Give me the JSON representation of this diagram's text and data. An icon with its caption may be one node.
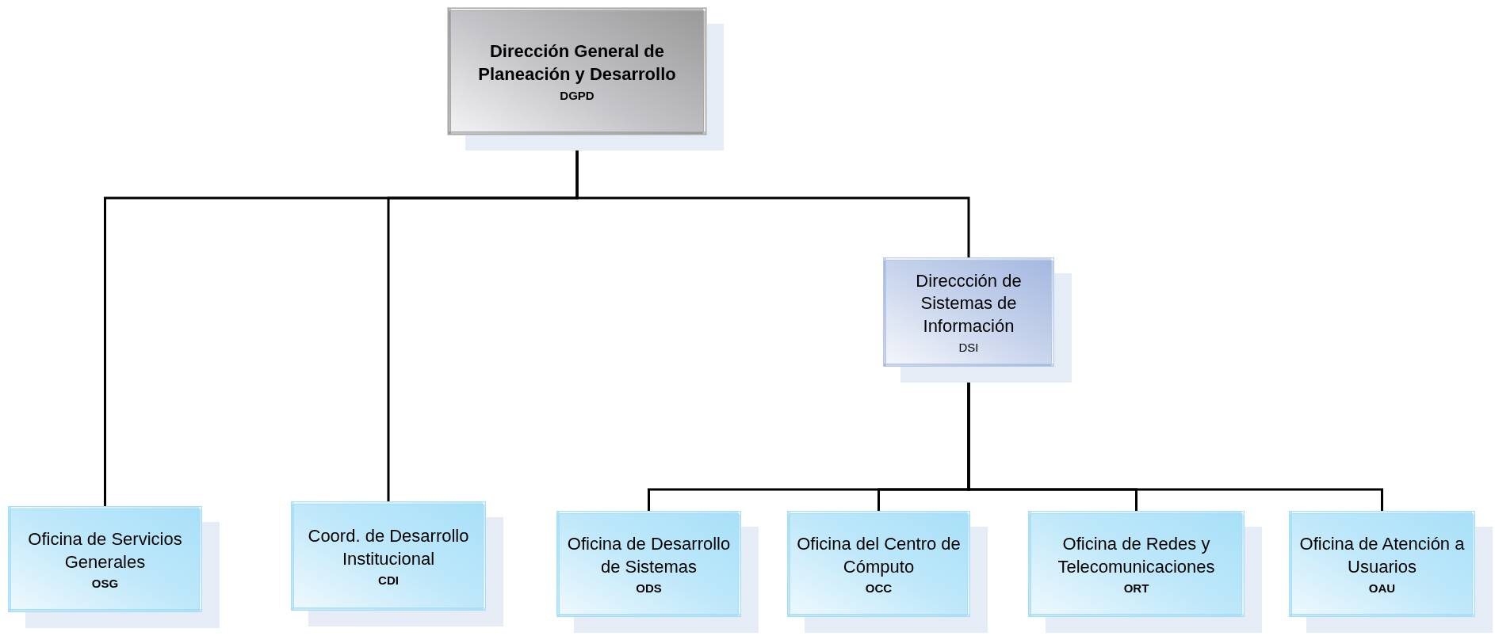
{
  "diagram": {
    "nodes": [
      {
        "text": [
          "Dirección General de Planeación y Desarrollo",
          "DGPD"
        ]
      },
      {
        "text": [
          "Oficina de Servicios Generales",
          "OSG"
        ]
      },
      {
        "text": [
          "Coord. de Desarrollo Institucional",
          "CDI"
        ]
      },
      {
        "text": [
          "Direccción de Sistemas de Información",
          "DSI"
        ]
      },
      {
        "text": [
          "Oficina de Desarrollo de Sistemas",
          "ODS"
        ]
      },
      {
        "text": [
          "Oficina del Centro de Cómputo",
          "OCC"
        ]
      },
      {
        "text": [
          "Oficina de Redes y Telecomunicaciones",
          "ORT"
        ]
      },
      {
        "text": [
          "Oficina de Atención a Usuarios",
          "OAU"
        ]
      }
    ],
    "edges": [
      {
        "from": 0,
        "to": 1,
        "arrow": "none"
      },
      {
        "from": 0,
        "to": 2,
        "arrow": "none"
      },
      {
        "from": 0,
        "to": 3,
        "arrow": "none"
      },
      {
        "from": 3,
        "to": 4,
        "arrow": "none"
      },
      {
        "from": 3,
        "to": 5,
        "arrow": "none"
      },
      {
        "from": 3,
        "to": 6,
        "arrow": "none"
      },
      {
        "from": 3,
        "to": 7,
        "arrow": "none"
      }
    ]
  }
}
